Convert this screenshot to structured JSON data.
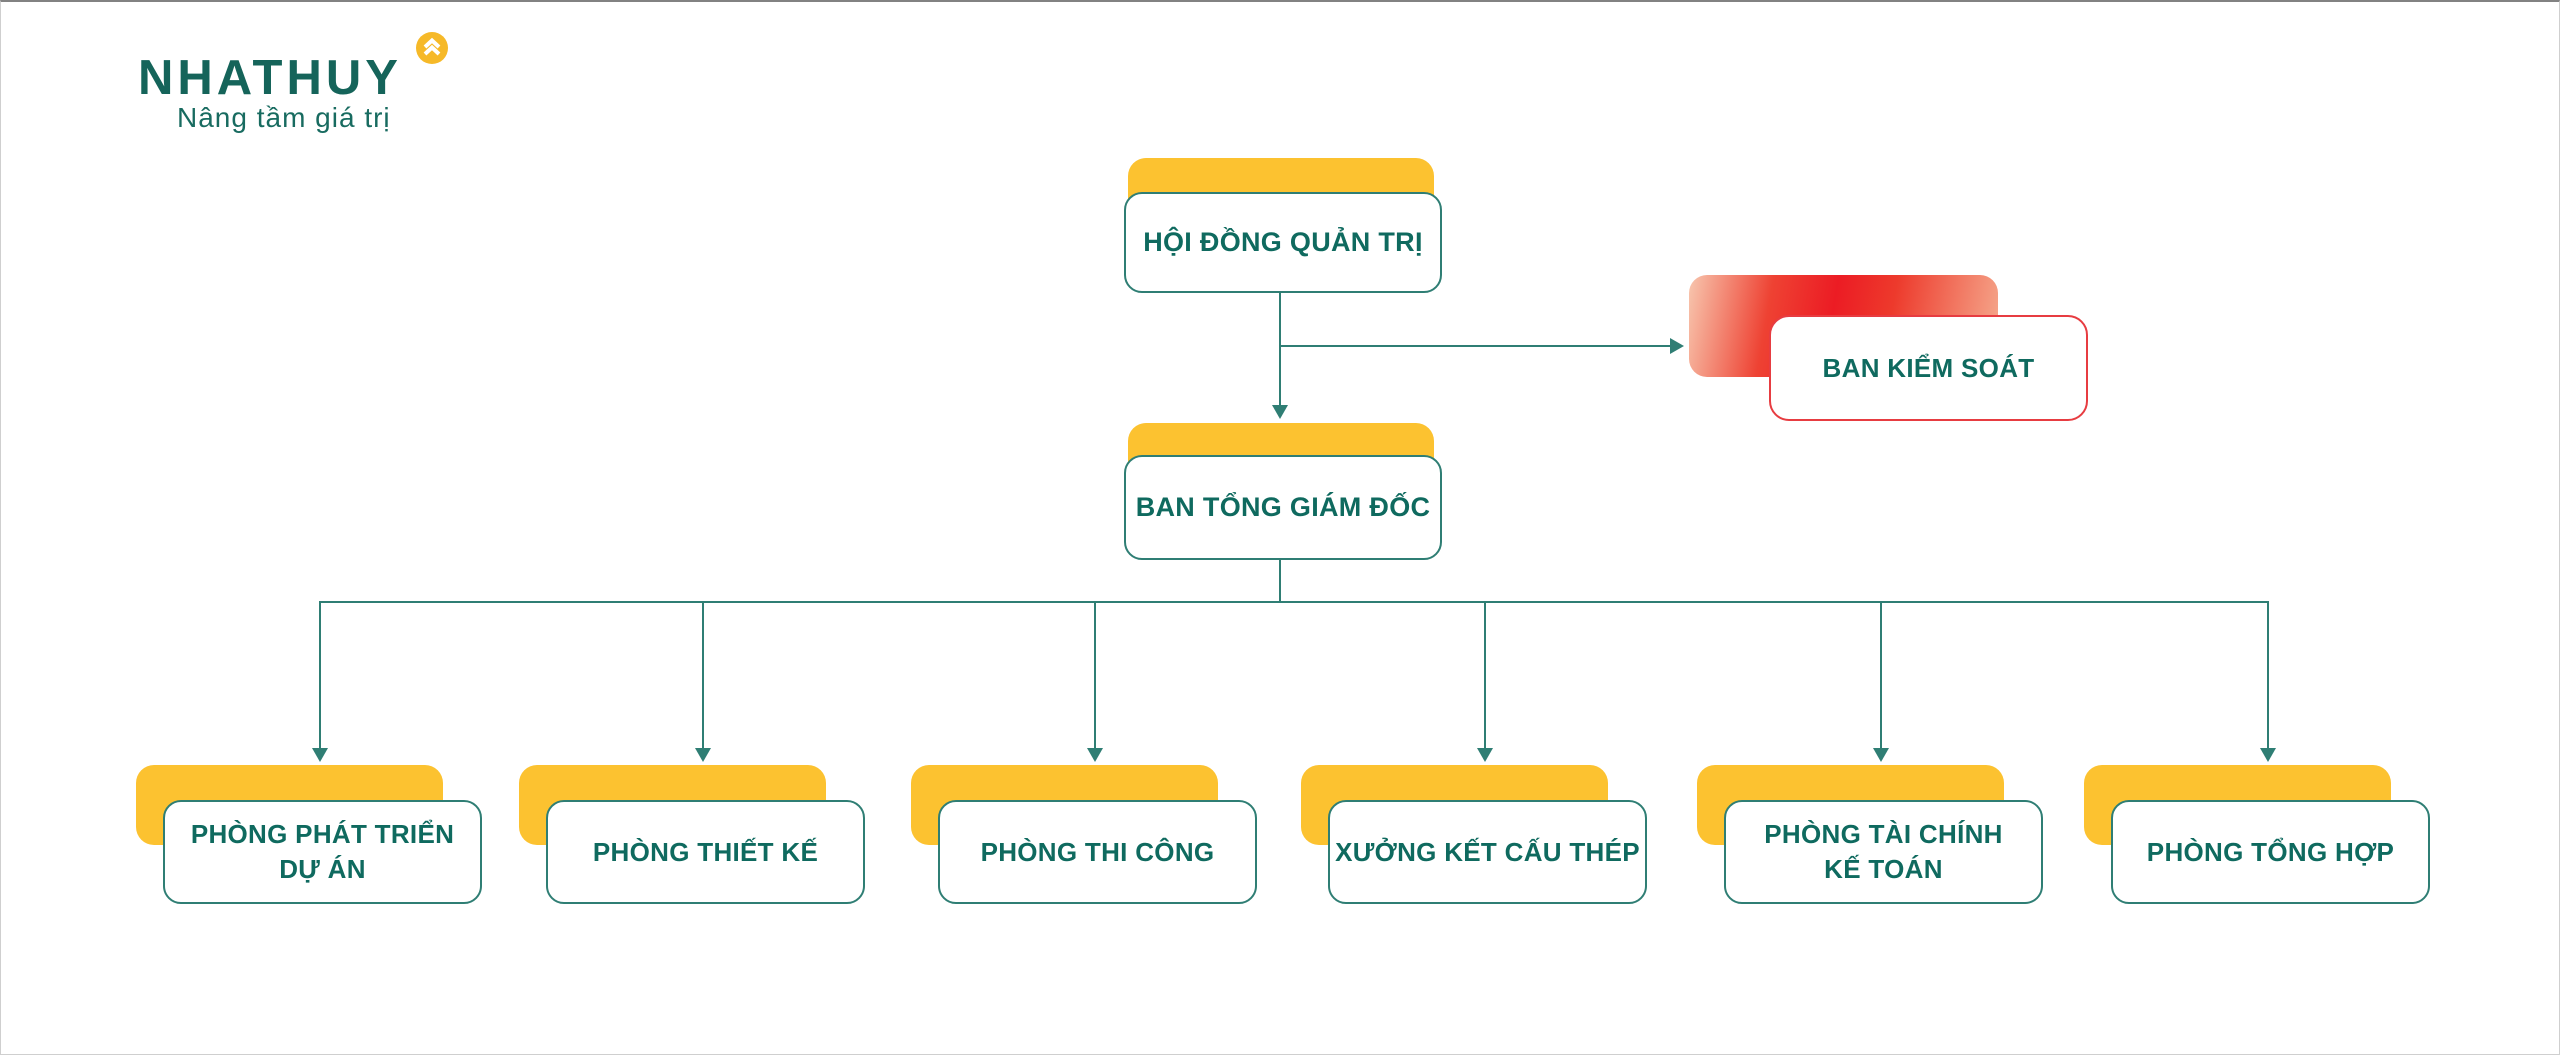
{
  "brand": {
    "name": "NHATHUY",
    "tagline": "Nâng tầm giá trị",
    "logo_icon": "chevrons-up-circle-icon",
    "colors": {
      "teal_text": "#0F6A5F",
      "teal_border": "#2F7E74",
      "yellow_accent": "#FCC230",
      "red_accent": "#EC1C24"
    }
  },
  "org_chart": {
    "root": {
      "label": "HỘI ĐỒNG QUẢN TRỊ"
    },
    "supervisory": {
      "label": "BAN KIỂM SOÁT"
    },
    "executive": {
      "label": "BAN TỔNG GIÁM ĐỐC"
    },
    "departments": [
      {
        "label": "PHÒNG PHÁT TRIỂN DỰ ÁN",
        "lines": [
          "PHÒNG PHÁT TRIỂN",
          "DỰ ÁN"
        ]
      },
      {
        "label": "PHÒNG THIẾT KẾ",
        "lines": [
          "PHÒNG THIẾT KẾ"
        ]
      },
      {
        "label": "PHÒNG THI CÔNG",
        "lines": [
          "PHÒNG THI CÔNG"
        ]
      },
      {
        "label": "XƯỞNG KẾT CẤU THÉP",
        "lines": [
          "XƯỞNG KẾT CẤU THÉP"
        ]
      },
      {
        "label": "PHÒNG TÀI CHÍNH KẾ TOÁN",
        "lines": [
          "PHÒNG TÀI CHÍNH",
          "KẾ TOÁN"
        ]
      },
      {
        "label": "PHÒNG TỔNG HỢP",
        "lines": [
          "PHÒNG TỔNG HỢP"
        ]
      }
    ]
  }
}
